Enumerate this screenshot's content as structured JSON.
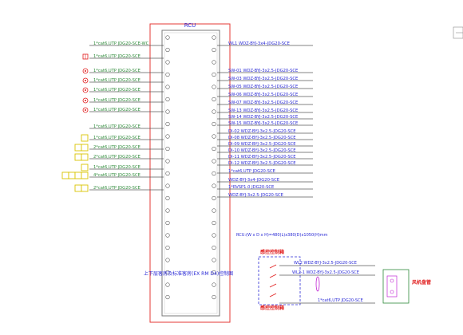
{
  "colors": {
    "green": "#2e8b3a",
    "red": "#e11d1d",
    "blue": "#2b2bd6",
    "yellow": "#d9c400",
    "magenta": "#c026d3",
    "rack": "#e53935",
    "wire": "#5a5a5a"
  },
  "rack": {
    "label": "RCU"
  },
  "left_rows": [
    {
      "text": "1*cat6,UTP JDG20-SCE-WC",
      "icon": "none"
    },
    {
      "text": "1*cat6,UTP JDG20-SCE",
      "icon": "sq"
    },
    {
      "text": "1*cat6,UTP JDG20-SCE",
      "icon": "dot"
    },
    {
      "text": "1*cat6,UTP JDG20-SCE",
      "icon": "dot"
    },
    {
      "text": "1*cat6,UTP JDG20-SCE",
      "icon": "dot"
    },
    {
      "text": "1*cat6,UTP JDG20-SCE",
      "icon": "dot"
    },
    {
      "text": "1*cat6,UTP JDG20-SCE",
      "icon": "dot"
    },
    {
      "text": "1*cat6,UTP JDG20-SCE",
      "icon": "none"
    },
    {
      "text": "1*cat6,UTP JDG20-SCE",
      "icon": "box1"
    },
    {
      "text": "2*cat6,UTP JDG20-SCE",
      "icon": "box2"
    },
    {
      "text": "2*cat6,UTP JDG20-SCE",
      "icon": "box2"
    },
    {
      "text": "1*cat6,UTP JDG20-SCE",
      "icon": "box1"
    },
    {
      "text": "4*cat6,UTP JDG20-SCE",
      "icon": "box4"
    },
    {
      "text": "2*cat6,UTP JDG20-SCE",
      "icon": "box2b"
    }
  ],
  "right_rows": [
    {
      "text": "WL1  WDZ-BYJ-3x4-JDG20-SCE"
    },
    {
      "text": "SW-01  WDZ-BYJ-3x2.5-JDG20-SCE"
    },
    {
      "text": "SW-03  WDZ-BYJ-3x2.5-JDG20-SCE"
    },
    {
      "text": "SW-05  WDZ-BYJ-3x2.5-JDG20-SCE"
    },
    {
      "text": "SW-06  WDZ-BYJ-3x2.5-JDG20-SCE"
    },
    {
      "text": "SW-07  WDZ-BYJ-3x2.5-JDG20-SCE"
    },
    {
      "text": "SW-13  WDZ-BYJ-3x2.5-JDG20-SCE"
    },
    {
      "text": "SW-14  WDZ-BYJ-3x2.5-JDG20-SCE"
    },
    {
      "text": "SW-15  WDZ-BYJ-3x2.5-JDG20-SCE"
    },
    {
      "text": "DI-02  WDZ-BYJ-3x2.5-JDG20-SCE"
    },
    {
      "text": "DI-08  WDZ-BYJ-3x2.5-JDG20-SCE"
    },
    {
      "text": "DI-09  WDZ-BYJ-3x2.5-JDG20-SCE"
    },
    {
      "text": "DI-10  WDZ-BYJ-3x2.5-JDG20-SCE"
    },
    {
      "text": "DI-11  WDZ-BYJ-3x2.5-JDG20-SCE"
    },
    {
      "text": "DI-12  WDZ-BYJ-3x2.5-JDG20-SCE"
    },
    {
      "text": "1*cat6,UTP JDG20-SCE"
    },
    {
      "text": "WDZ-BYJ-3x4-JDG20-SCE"
    },
    {
      "text": "1*RVSP1.0 JDG20-SCE"
    },
    {
      "text": "WDZ-BYJ-3x2.5-JDG20-SCE"
    }
  ],
  "dimension_note": "RCU:(W x D x H)=480(L)x380(D)x1050(H)mm",
  "title": "上下层客房及标准客房(EX RM D4)控制图",
  "box": {
    "top_label": "感控控制箱",
    "bottom_label": "感控控制箱",
    "side_label": "风机盘管",
    "lines": [
      "WL2  WDZ-BYJ-3x2.5-JDG20-SCE",
      "WL2-1  WDZ-BYJ-3x2.5-JDG20-SCE",
      "1*cat6,UTP JDG20-SCE"
    ]
  }
}
